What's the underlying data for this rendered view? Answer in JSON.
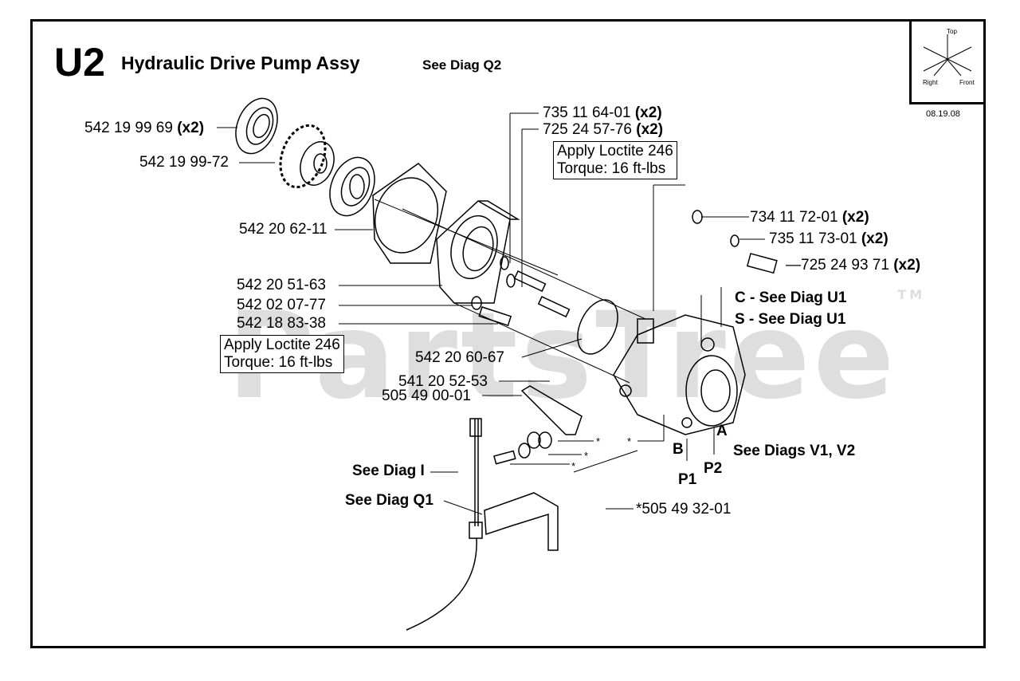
{
  "header": {
    "code": "U2",
    "title": "Hydraulic Drive Pump Assy",
    "see": "See Diag Q2",
    "date": "08.19.08"
  },
  "orientation": {
    "top": "Top",
    "right": "Right",
    "front": "Front"
  },
  "callouts": {
    "bearing": {
      "num": "542 19 99 69",
      "qty": "(x2)"
    },
    "gear": {
      "num": "542 19 99-72"
    },
    "gasket": {
      "num": "542 20 62-11"
    },
    "flange": {
      "num": "542 20 51-63"
    },
    "washer_a": {
      "num": "542 02 07-77"
    },
    "bolt_a": {
      "num": "542 18 83-38"
    },
    "screw_top1": {
      "num": "735 11 64-01",
      "qty": "(x2)"
    },
    "screw_top2": {
      "num": "725 24 57-76",
      "qty": "(x2)"
    },
    "washer_r1": {
      "num": "734 11 72-01",
      "qty": "(x2)"
    },
    "washer_r2": {
      "num": "735 11 73-01",
      "qty": "(x2)"
    },
    "bolt_r": {
      "num": "—725 24 93 71",
      "qty": "(x2)"
    },
    "oring": {
      "num": "542 20 60-67"
    },
    "nut": {
      "num": "541 20 52-53"
    },
    "plate": {
      "num": "505 49 00-01"
    },
    "kit": {
      "num": "*505 49 32-01"
    }
  },
  "notes": {
    "loctite_top": {
      "line1": "Apply Loctite 246",
      "line2": "Torque: 16 ft-lbs"
    },
    "loctite_left": {
      "line1": "Apply Loctite 246",
      "line2": "Torque: 16 ft-lbs"
    }
  },
  "references": {
    "c": "C - See Diag U1",
    "s": "S - See Diag U1",
    "diag_i": "See Diag I",
    "diag_q1": "See Diag Q1",
    "diags_v": "See Diags V1, V2"
  },
  "ports": {
    "a": "A",
    "b": "B",
    "p1": "P1",
    "p2": "P2"
  },
  "star": "*",
  "watermark": {
    "text": "PartsTree",
    "tm": "TM"
  }
}
